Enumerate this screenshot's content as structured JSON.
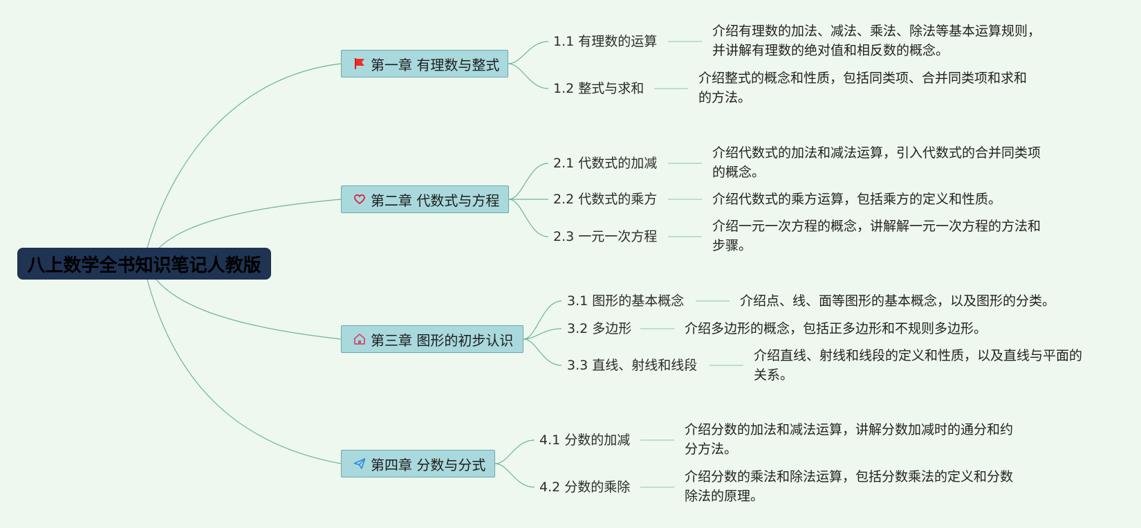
{
  "root": {
    "title": "八上数学全书知识笔记人教版"
  },
  "chapters": [
    {
      "icon": "flag-icon",
      "title": "第一章 有理数与整式",
      "sections": [
        {
          "title": "1.1 有理数的运算",
          "description": "介绍有理数的加法、减法、乘法、除法等基本运算规则，\n并讲解有理数的绝对值和相反数的概念。"
        },
        {
          "title": "1.2 整式与求和",
          "description": "介绍整式的概念和性质，包括同类项、合并同类项和求和\n的方法。"
        }
      ]
    },
    {
      "icon": "heart-icon",
      "title": "第二章 代数式与方程",
      "sections": [
        {
          "title": "2.1 代数式的加减",
          "description": "介绍代数式的加法和减法运算，引入代数式的合并同类项\n的概念。"
        },
        {
          "title": "2.2 代数式的乘方",
          "description": "介绍代数式的乘方运算，包括乘方的定义和性质。"
        },
        {
          "title": "2.3 一元一次方程",
          "description": "介绍一元一次方程的概念，讲解解一元一次方程的方法和\n步骤。"
        }
      ]
    },
    {
      "icon": "house-icon",
      "title": "第三章 图形的初步认识",
      "sections": [
        {
          "title": "3.1 图形的基本概念",
          "description": "介绍点、线、面等图形的基本概念，以及图形的分类。"
        },
        {
          "title": "3.2 多边形",
          "description": "介绍多边形的概念，包括正多边形和不规则多边形。"
        },
        {
          "title": "3.3 直线、射线和线段",
          "description": "介绍直线、射线和线段的定义和性质，以及直线与平面的\n关系。"
        }
      ]
    },
    {
      "icon": "paper-plane-icon",
      "title": "第四章 分数与分式",
      "sections": [
        {
          "title": "4.1 分数的加减",
          "description": "介绍分数的加法和减法运算，讲解分数加减时的通分和约\n分方法。"
        },
        {
          "title": "4.2 分数的乘除",
          "description": "介绍分数的乘法和除法运算，包括分数乘法的定义和分数\n除法的原理。"
        }
      ]
    }
  ]
}
